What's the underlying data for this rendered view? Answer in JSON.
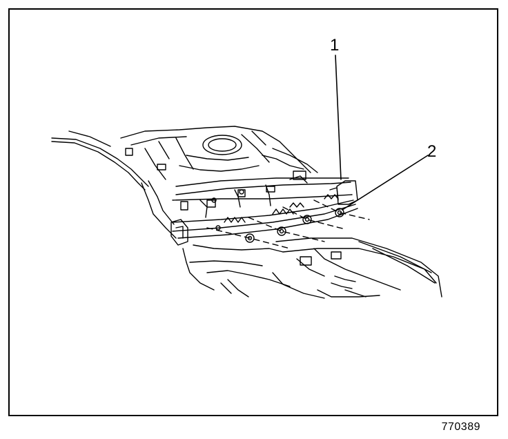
{
  "callouts": {
    "one": "1",
    "two": "2"
  },
  "figure_id": "770389",
  "colors": {
    "ink": "#000000",
    "paper": "#ffffff"
  }
}
